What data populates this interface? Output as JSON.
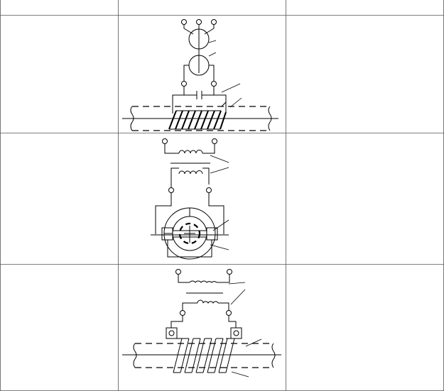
{
  "table": {
    "columns": 3,
    "rows": 3,
    "header_cells": [
      "",
      "",
      ""
    ],
    "row_labels": [
      "",
      "",
      ""
    ],
    "descriptions": [
      "",
      "",
      ""
    ]
  },
  "diagrams": [
    {
      "id": "row-1",
      "components": [
        "terminal-1",
        "terminal-2",
        "terminal-3",
        "upper-coil",
        "lower-coil",
        "capacitor",
        "terminal-left",
        "terminal-right",
        "induction-coil",
        "workpiece-bar",
        "leader-lines"
      ]
    },
    {
      "id": "row-2",
      "components": [
        "primary-terminal-left",
        "primary-terminal-right",
        "transformer-primary",
        "transformer-secondary",
        "terminal-left",
        "terminal-right",
        "ring-inductor",
        "workpiece",
        "leader-lines"
      ]
    },
    {
      "id": "row-3",
      "components": [
        "primary-terminal-left",
        "primary-terminal-right",
        "transformer-primary",
        "transformer-secondary",
        "terminal-left",
        "terminal-right",
        "clamp-left",
        "clamp-right",
        "helical-coil",
        "workpiece-bar",
        "leader-lines"
      ]
    }
  ],
  "colors": {
    "line": "#000000",
    "grid": "#555555",
    "background": "#ffffff"
  }
}
